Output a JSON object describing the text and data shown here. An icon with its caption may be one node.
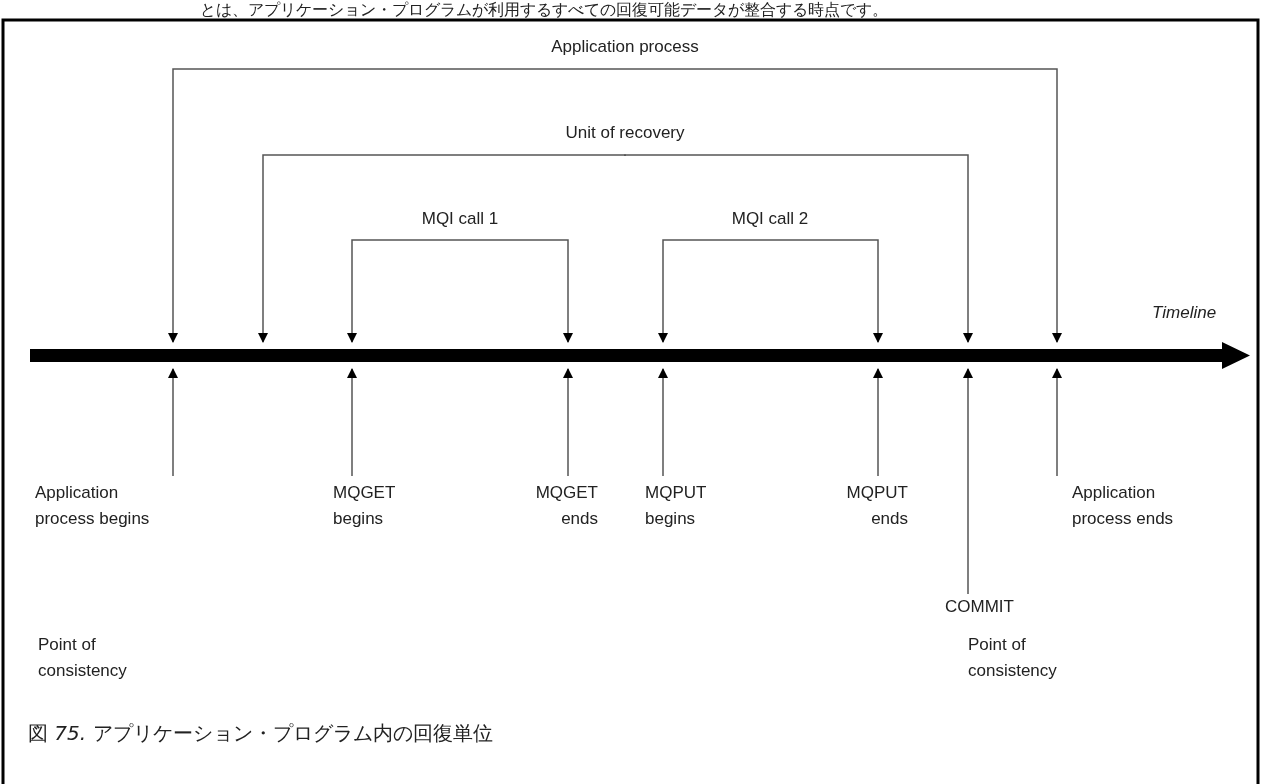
{
  "diagram": {
    "caption": "図 *75.* アプリケーション・プログラム内の回復単位",
    "nodes": [
      {
        "text": [],
        "shape": "bar",
        "beside": [
          "Timeline"
        ]
      },
      {
        "text": [
          "Application process"
        ]
      },
      {
        "text": [
          "Unit of recovery"
        ]
      },
      {
        "text": [
          "MQI call 1"
        ]
      },
      {
        "text": [
          "MQI call 2"
        ]
      },
      {
        "text": [
          "Application process begins"
        ]
      },
      {
        "text": [
          "MQGET begins"
        ]
      },
      {
        "text": [
          "MQGET ends"
        ]
      },
      {
        "text": [
          "MQPUT begins"
        ]
      },
      {
        "text": [
          "MQPUT ends"
        ]
      },
      {
        "text": [
          "Application process ends"
        ]
      },
      {
        "text": [
          "COMMIT"
        ]
      }
    ],
    "edges": [
      {
        "from": 1,
        "to": 0,
        "arrow": "to"
      },
      {
        "from": 1,
        "to": 0,
        "arrow": "to"
      },
      {
        "from": 2,
        "to": 0,
        "arrow": "to"
      },
      {
        "from": 2,
        "to": 0,
        "arrow": "to"
      },
      {
        "from": 3,
        "to": 0,
        "arrow": "to"
      },
      {
        "from": 3,
        "to": 0,
        "arrow": "to"
      },
      {
        "from": 4,
        "to": 0,
        "arrow": "to"
      },
      {
        "from": 4,
        "to": 0,
        "arrow": "to"
      },
      {
        "from": 5,
        "to": 0,
        "arrow": "to"
      },
      {
        "from": 6,
        "to": 0,
        "arrow": "to"
      },
      {
        "from": 7,
        "to": 0,
        "arrow": "to"
      },
      {
        "from": 8,
        "to": 0,
        "arrow": "to"
      },
      {
        "from": 9,
        "to": 0,
        "arrow": "to"
      },
      {
        "from": 10,
        "to": 0,
        "arrow": "to"
      },
      {
        "from": 11,
        "to": 0,
        "arrow": "to"
      }
    ],
    "labels": [
      "とは、アプリケーション・プログラムが利用するすべての回復可能データが整合する時点です。",
      "Point of consistency",
      "Point of consistency"
    ]
  }
}
